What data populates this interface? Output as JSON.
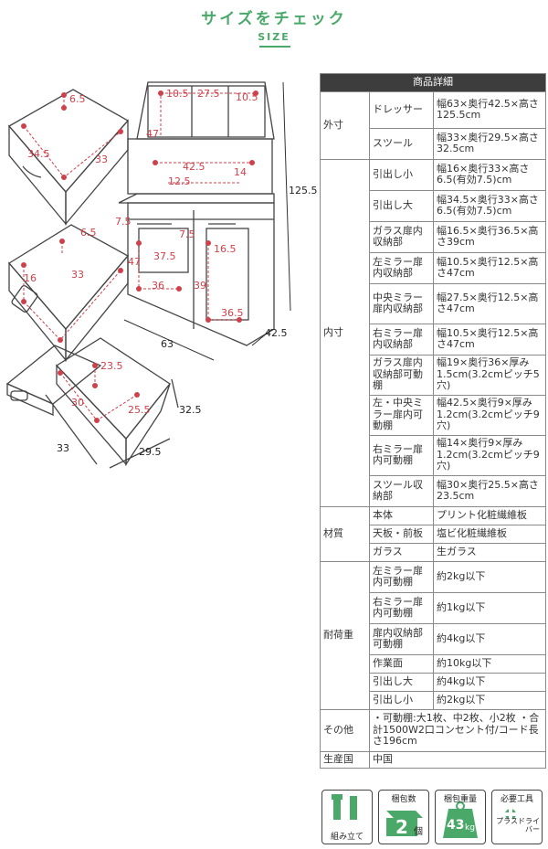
{
  "header": {
    "title": "サイズをチェック",
    "subtitle": "SIZE"
  },
  "drawing": {
    "drawer_small": {
      "d1": "6.5",
      "d2": "34.5",
      "d3": "33"
    },
    "drawer_large": {
      "d1": "6.5",
      "d2": "16",
      "d3": "33"
    },
    "stool": {
      "d1": "23.5",
      "d2": "30",
      "d3": "25.5",
      "w": "33",
      "d": "29.5",
      "h": "32.5"
    },
    "dresser": {
      "m1": "10.5",
      "m2": "27.5",
      "m3": "10.5",
      "m4": "47",
      "m5": "42.5",
      "m6": "12.5",
      "m7": "14",
      "m8": "7.5",
      "m9": "7.5",
      "m10": "47",
      "m11": "37.5",
      "m12": "16.5",
      "m13": "36",
      "m14": "39",
      "m15": "36.5",
      "height": "125.5",
      "width": "63",
      "depth": "42.5"
    }
  },
  "table": {
    "header": "商品詳細",
    "rows": [
      {
        "cat": "外寸",
        "sub": "ドレッサー",
        "val": "幅63×奥行42.5×高さ125.5cm"
      },
      {
        "cat": "",
        "sub": "スツール",
        "val": "幅33×奥行29.5×高さ32.5cm"
      },
      {
        "cat": "内寸",
        "sub": "引出し小",
        "val": "幅16×奥行33×高さ6.5(有効7.5)cm"
      },
      {
        "cat": "",
        "sub": "引出し大",
        "val": "幅34.5×奥行33×高さ6.5(有効7.5)cm"
      },
      {
        "cat": "",
        "sub": "ガラス扉内収納部",
        "val": "幅16.5×奥行36.5×高さ39cm"
      },
      {
        "cat": "",
        "sub": "左ミラー扉内収納部",
        "val": "幅10.5×奥行12.5×高さ47cm"
      },
      {
        "cat": "",
        "sub": "中央ミラー扉内収納部",
        "val": "幅27.5×奥行12.5×高さ47cm"
      },
      {
        "cat": "",
        "sub": "右ミラー扉内収納部",
        "val": "幅10.5×奥行12.5×高さ47cm"
      },
      {
        "cat": "",
        "sub": "ガラス扉内収納部可動棚",
        "val": "幅19×奥行36×厚み1.5cm(3.2cmピッチ5穴)"
      },
      {
        "cat": "",
        "sub": "左・中央ミラー扉内可動棚",
        "val": "幅42.5×奥行9×厚み1.2cm(3.2cmピッチ9穴)"
      },
      {
        "cat": "",
        "sub": "右ミラー扉内可動棚",
        "val": "幅14×奥行9×厚み1.2cm(3.2cmピッチ9穴)"
      },
      {
        "cat": "",
        "sub": "スツール収納部",
        "val": "幅30×奥行25.5×高さ23.5cm"
      },
      {
        "cat": "材質",
        "sub": "本体",
        "val": "プリント化粧繊維板"
      },
      {
        "cat": "",
        "sub": "天板・前板",
        "val": "塩ビ化粧繊維板"
      },
      {
        "cat": "",
        "sub": "ガラス",
        "val": "生ガラス"
      },
      {
        "cat": "耐荷重",
        "sub": "左ミラー扉内可動棚",
        "val": "約2kg以下"
      },
      {
        "cat": "",
        "sub": "右ミラー扉内可動棚",
        "val": "約1kg以下"
      },
      {
        "cat": "",
        "sub": "扉内収納部可動棚",
        "val": "約4kg以下"
      },
      {
        "cat": "",
        "sub": "作業面",
        "val": "約10kg以下"
      },
      {
        "cat": "",
        "sub": "引出し大",
        "val": "約4kg以下"
      },
      {
        "cat": "",
        "sub": "引出し小",
        "val": "約2kg以下"
      },
      {
        "cat": "その他",
        "sub": "",
        "val": "・可動棚:大1枚、中2枚、小2枚 ・合計1500W2口コンセント付/コード長さ196cm"
      },
      {
        "cat": "生産国",
        "sub": "中国",
        "val": ""
      }
    ]
  },
  "badges": {
    "assembly": "組み立て",
    "package_count_label": "梱包数",
    "package_count": "2",
    "package_count_unit": "個",
    "weight_label": "梱包重量",
    "weight": "43",
    "weight_unit": "kg",
    "tool_label": "必要工具",
    "tool": "プラスドライバー"
  },
  "colors": {
    "accent": "#4aa868",
    "dim_red": "#d0404a",
    "table_header": "#3d3d3d"
  }
}
